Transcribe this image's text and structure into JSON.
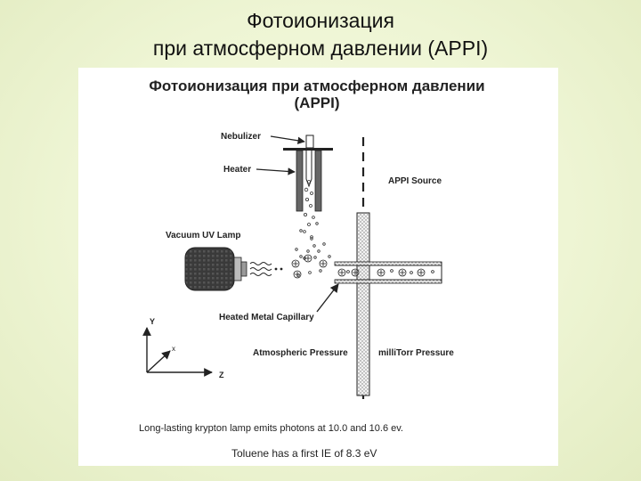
{
  "slide": {
    "title_line1": "Фотоионизация",
    "title_line2": "при атмосферном давлении (APPI)"
  },
  "figure": {
    "title_line1": "Фотоионизация при атмосферном давлении",
    "title_line2": "(APPI)",
    "labels": {
      "nebulizer": "Nebulizer",
      "heater": "Heater",
      "appi_source": "APPI Source",
      "vacuum_uv_lamp": "Vacuum UV Lamp",
      "heated_metal_capillary": "Heated Metal Capillary",
      "atmospheric_pressure": "Atmospheric Pressure",
      "millitorr_pressure": "milliTorr Pressure",
      "axis_y": "Y",
      "axis_x": "x",
      "axis_z": "Z"
    },
    "caption_line1": "Long-lasting krypton lamp emits photons at 10.0 and 10.6 ev.",
    "caption_line2": "Toluene has a first IE of 8.3 eV"
  }
}
